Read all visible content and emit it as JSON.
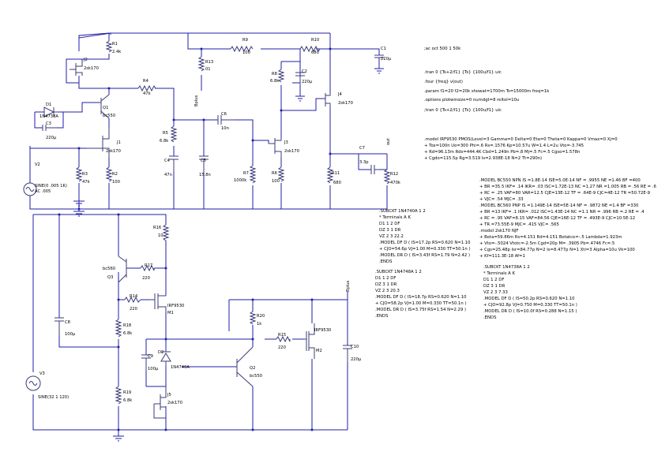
{
  "components": {
    "R1": {
      "name": "R1",
      "value": "2.4k"
    },
    "J2": {
      "name": "J2",
      "value": "2sk170"
    },
    "R9": {
      "name": "R9",
      "value": "100"
    },
    "R10": {
      "name": "R10",
      "value": "680"
    },
    "C1": {
      "name": "C1",
      "value": "220µ"
    },
    "R13": {
      "name": "R13",
      "value": "01"
    },
    "R8": {
      "name": "R8",
      "value": "6.8k"
    },
    "C2": {
      "name": "C2",
      "value": "220µ"
    },
    "R4": {
      "name": "R4",
      "value": "47k"
    },
    "D1": {
      "name": "D1",
      "value": "1N4738A"
    },
    "Q1": {
      "name": "Q1",
      "value": "bc550"
    },
    "C3": {
      "name": "C3",
      "value": "220µ"
    },
    "J4": {
      "name": "J4",
      "value": "2sk170"
    },
    "C6": {
      "name": "C6",
      "value": "10n"
    },
    "R5": {
      "name": "R5",
      "value": "6.8k"
    },
    "J3": {
      "name": "J3",
      "value": "2sk170"
    },
    "J1": {
      "name": "J1",
      "value": "2sk170"
    },
    "C7": {
      "name": "C7",
      "value": "3.3p"
    },
    "V2": {
      "name": "V2",
      "value": "SINE(0 .005 1K)",
      "value2": "AC .005"
    },
    "R3": {
      "name": "R3",
      "value": "47k"
    },
    "R2": {
      "name": "R2",
      "value": "100"
    },
    "C4": {
      "name": "C4",
      "value": "47n"
    },
    "C5": {
      "name": "C5",
      "value": "15.8n"
    },
    "R7": {
      "name": "R7",
      "value": "1000k"
    },
    "R6": {
      "name": "R6",
      "value": "100"
    },
    "R11": {
      "name": "R11",
      "value": "680"
    },
    "R12": {
      "name": "R12",
      "value": "470k"
    },
    "R16": {
      "name": "R16",
      "value": "10"
    },
    "Q3": {
      "name": "Q3",
      "value": "bc560"
    },
    "R17": {
      "name": "R17",
      "value": "220"
    },
    "R14": {
      "name": "R14",
      "value": "220"
    },
    "M1": {
      "name": "M1",
      "value": "IRF9530"
    },
    "C8": {
      "name": "C8",
      "value": "100µ"
    },
    "R18": {
      "name": "R18",
      "value": "6.8k"
    },
    "R20": {
      "name": "R20",
      "value": "1k"
    },
    "R15": {
      "name": "R15",
      "value": "220"
    },
    "M2": {
      "name": "M2",
      "value": "IRF9530"
    },
    "C10": {
      "name": "C10",
      "value": "220µ"
    },
    "D2": {
      "name": "D2",
      "value": "1N4740A"
    },
    "C9": {
      "name": "C9",
      "value": "100µ"
    },
    "Q2": {
      "name": "Q2",
      "value": "bc550"
    },
    "V3": {
      "name": "V3",
      "value": "SINE(32 1 120)"
    },
    "J5": {
      "name": "J5",
      "value": "2sk170"
    },
    "R19": {
      "name": "R19",
      "value": "6.8k"
    }
  },
  "net_labels": {
    "bplus_1": "Bplus",
    "out": "out",
    "bplus_2": "Bplus"
  },
  "directives": {
    "ac": ";ac oct 500 1 50k",
    "tran1": ".tran 0 {Ts+2/f1} {Ts} {100u/f1} uic",
    "four": ".four {freq} v(out)",
    "param": ".param f1=20 f2=20k showat=1700m Ts=15000m freq=1k",
    "options": ".options plotwinsize=0 numdgt=8 reltol=10u",
    "tran2": ";tran 0 {Ts+2/f1} {Ts} {100u/f1} uic",
    "irf9530": [
      ".model IRF9530  PMOS(Level=3 Gamma=0 Delta=0 Eta=0 Theta=0 Kappa=0 Vmax=0 Xj=0",
      "+                  Tox=100n Uo=300 Phi=.6 Rs=.1576 Kp=10.57u W=1.4 L=2u Vto=-3.745",
      "+                  Rd=96.13m Rds=444.4K Cbd=1.249n Pb=.8 Mj=.5 Fc=.5 Cgso=1.578n",
      "+                  Cgdo=115.5p Rg=3.519 Is=2.938E-18 N=2 Tt=290n)"
    ],
    "bc_models": [
      ".MODEL BC550 NPN IS =1.8E-14 ISE=5.0E-14 NF = .9955 NE =1.46 BF =400",
      "+ BR =35.5 IKF= .14 IKR= .03 ISC=1.72E-13 NC =1.27 NR =1.005 RB = .56 RE = .6",
      "+ RC = .25 VAF=80 VAR=12.5 CJE=13E-12 TF = .64E-9 CJC=4E-12 TR =50.72E-9",
      "+ VJC= .54 MJC= .33",
      ".MODEL BC560 PNP IS =1.149E-14 ISE=5E-14 NF = .9872 NE =1.4 BF =330",
      "+ BR =13 IKF= .1 IKR= .012 ISC=1.43E-14 NC =1.1 NR = .996 RB =.2 RE = .4",
      "+ RC = .95 VAF=8.15 VAF=84.56 CJE=16E-12 TF = .493E-9 CJC=10.5E-12",
      "+ TR =73.55E-9 MJC= .415 VJC= .565",
      ".model 2sk170 NJF",
      "+ Beta=59.86m Rs=4.151 Rd=4.151 Betatce=-.5 Lambda=1.923m",
      "+ Vto=-.5024 Vtotc=-2.5m Cgd=20p M= .3905 Pb=.4746 Fc=.5",
      "+ Cgs=25.48p Isr=84.77p N=2 Is=8.477p N=1 Xti=3 Alpha=10u Vk=100",
      "+ Kf=111.3E-18 Af=1"
    ],
    "sub_4740": [
      ".SUBCKT 1N4740A  1 2",
      "*        Terminals    A   K",
      "D1 1 2 DF",
      "DZ 3 1 DR",
      "VZ 2 3 22.2",
      ".MODEL DF D ( IS=17.2p RS=0.620 N=1.10",
      "+ CJO=54.6p VJ=1.00 M=0.330 TT=50.1n )",
      ".MODEL DR D ( IS=3.43f RS=1.79 N=2.42 )",
      ".ENDS"
    ],
    "sub_4748": [
      ".SUBCKT 1N4748A  1 2",
      "D1 1 2 DF",
      "DZ 3 1 DR",
      "VZ 2 3 20.3",
      ".MODEL DF D ( IS=18.7p RS=0.620 N=1.10",
      "+ CJO=58.2p VJ=1.00 M=0.330 TT=50.1n )",
      ".MODEL DR D ( IS=3.75f RS=1.54 N=2.29 )",
      ".ENDS"
    ],
    "sub_4738": [
      ".SUBCKT 1N4738A  1 2",
      "*        Terminals    A   K",
      "D1 1 2 DF",
      "DZ 3 1 DR",
      "VZ 2 3 7.33",
      ".MODEL DF D ( IS=50.2p RS=0.620 N=1.10",
      "+ CJO=92.8p VJ=0.750 M=0.330 TT=50.1n )",
      ".MODEL DR D ( IS=10.0f RS=0.288 N=1.15 )",
      ".ENDS"
    ]
  }
}
